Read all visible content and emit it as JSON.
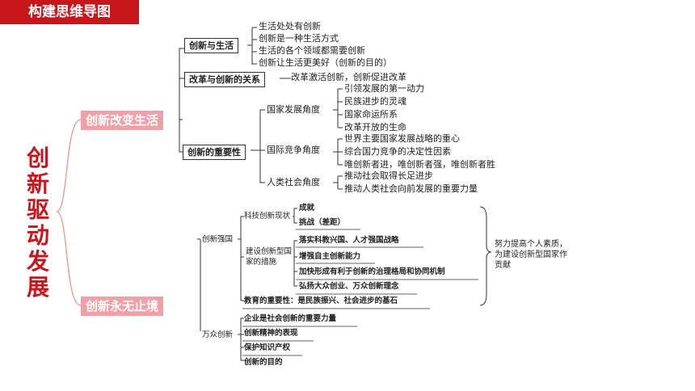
{
  "header": {
    "title": "构建思维导图"
  },
  "main_title": [
    "创",
    "新",
    "驱",
    "动",
    "发",
    "展"
  ],
  "sections": {
    "s1": "创新改变生活",
    "s2": "创新永无止境"
  },
  "part1": {
    "box1": "创新与生活",
    "box1_items": [
      "生活处处有创新",
      "创新是一种生活方式",
      "生活的各个领域都需要创新",
      "创新让生活更美好（创新的目的）"
    ],
    "box2": "改革与创新的关系",
    "box2_item": "改革激活创新，创新促进改革",
    "box3": "创新的重要性",
    "sub1": "国家发展角度",
    "sub1_items": [
      "引领发展的第一动力",
      "民族进步的灵魂",
      "国家命运所系",
      "改革开放的生命"
    ],
    "sub2": "国际竞争角度",
    "sub2_items": [
      "世界主要国家发展战略的重心",
      "综合国力竞争的决定性因素",
      "唯创新者进，唯创新者强，唯创新者胜"
    ],
    "sub3": "人类社会角度",
    "sub3_items": [
      "推动社会取得长足进步",
      "推动人类社会向前发展的重要力量"
    ]
  },
  "part2": {
    "qiangguo": "创新强国",
    "keji": "科技创新现状",
    "keji_items": [
      "成就",
      "挑战（差距）"
    ],
    "jianshe": "建设创新型国家的措施",
    "jianshe_items": [
      "落实科教兴国、人才强国战略",
      "增强自主创新能力",
      "加快形成有利于创新的治理格局和协同机制",
      "弘扬大众创业、万众创新理念"
    ],
    "jiaoyu": "教育的重要性：是民族振兴、社会进步的基石",
    "brace_note": "努力提高个人素质，为建设创新型国家作贡献",
    "wanzhong": "万众创新",
    "wanzhong_items": [
      "企业是社会创新的重要力量",
      "创新精神的表现",
      "保护知识产权",
      "创新的目的"
    ]
  }
}
